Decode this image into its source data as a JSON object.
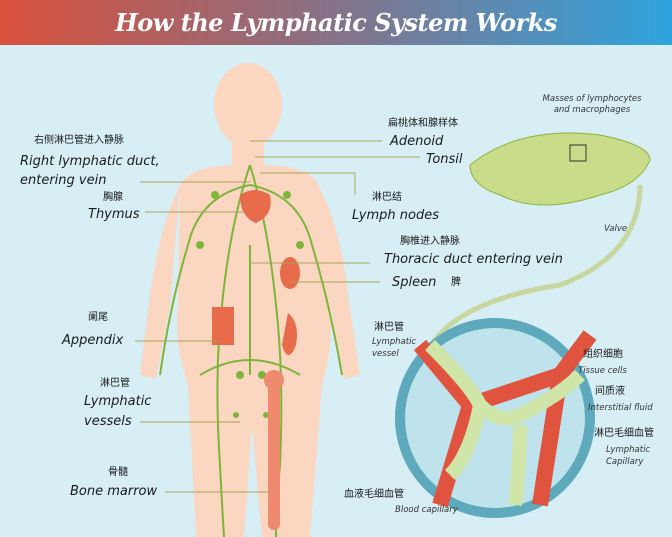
{
  "title": "How the Lymphatic System Works",
  "colors": {
    "header_start": "#d9503a",
    "header_end": "#2ea4de",
    "background": "#d7eef5",
    "skin": "#fbd6c0",
    "lymph": "#8dbb3a",
    "blood": "#e0533f"
  },
  "labels": {
    "right_duct_zh": "右侧淋巴管进入静脉",
    "right_duct_line1": "Right lymphatic duct,",
    "right_duct_line2": "entering vein",
    "thymus_zh": "胸腺",
    "thymus": "Thymus",
    "appendix_zh": "阑尾",
    "appendix": "Appendix",
    "vessels_zh": "淋巴管",
    "vessels_line1": "Lymphatic",
    "vessels_line2": "vessels",
    "marrow_zh": "骨髓",
    "marrow": "Bone marrow",
    "adenoid_zh": "扁桃体和腺样体",
    "adenoid": "Adenoid",
    "tonsil": "Tonsil",
    "nodes_zh": "淋巴结",
    "nodes": "Lymph nodes",
    "thoracic_zh": "胸椎进入静脉",
    "thoracic": "Thoracic duct entering vein",
    "spleen": "Spleen",
    "spleen_zh": "脾"
  },
  "node_detail": {
    "masses_line1": "Masses of lymphocytes",
    "masses_line2": "and macrophages",
    "valve": "Valve"
  },
  "tissue_detail": {
    "lymph_vessel_zh": "淋巴管",
    "lymph_vessel_line1": "Lymphatic",
    "lymph_vessel_line2": "vessel",
    "tissue_cells_zh": "组织细胞",
    "tissue_cells": "Tissue cells",
    "interstitial_zh": "间质液",
    "interstitial": "Interstitial fluid",
    "lymph_cap_zh": "淋巴毛细血管",
    "lymph_cap_line1": "Lymphatic",
    "lymph_cap_line2": "Capillary",
    "blood_cap_zh": "血液毛细血管",
    "blood_cap": "Blood capillary"
  }
}
